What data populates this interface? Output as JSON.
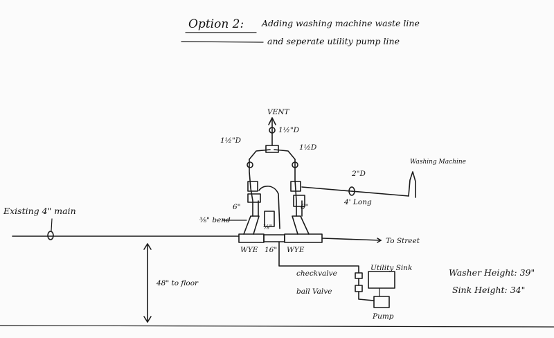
{
  "title": {
    "option": "Option 2:",
    "line1": "Adding washing machine waste line",
    "line2": "and seperate utility pump line"
  },
  "labels": {
    "vent": "VENT",
    "vent_diameter": "1½\"D",
    "left_diameter": "1½\"D",
    "right_diameter": "1½D",
    "washing_machine": "Washing Machine",
    "washer_pipe_diameter": "2\"D",
    "washer_pipe_length": "4' Long",
    "existing_main": "Existing 4\" main",
    "left_six_inch": "6\"",
    "right_six_inch": "6\"",
    "bend": "⅜\" bend",
    "center_fraction": "⅜\"",
    "left_wye": "WYE",
    "gap": "16\"",
    "right_wye": "WYE",
    "to_street": "To Street",
    "to_floor": "48\" to floor",
    "check_valve": "checkvalve",
    "ball_valve": "ball Valve",
    "utility_sink": "Utility Sink",
    "pump": "Pump",
    "washer_height": "Washer Height: 39\"",
    "sink_height": "Sink Height: 34\""
  }
}
